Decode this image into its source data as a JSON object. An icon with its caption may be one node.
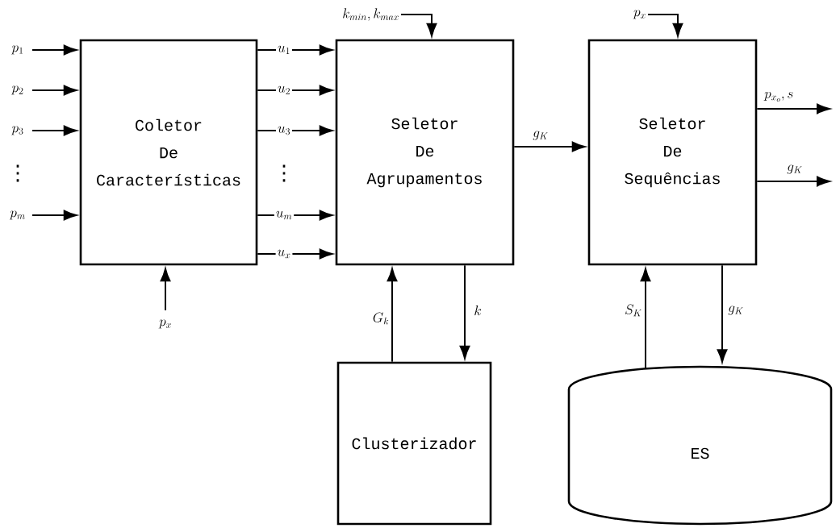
{
  "diagram": {
    "nodes": [
      {
        "text": [
          "Coletor De Características"
        ]
      },
      {
        "text": [
          "Seletor De Agrupamentos"
        ]
      },
      {
        "text": [
          "Seletor De Sequências"
        ]
      },
      {
        "text": [
          "Clusterizador"
        ]
      },
      {
        "text": [
          "ES"
        ]
      }
    ],
    "edges": [
      {
        "from": null,
        "to": 0,
        "arrow": "to",
        "label": "p_{1}"
      },
      {
        "from": null,
        "to": 0,
        "arrow": "to",
        "label": "p_{2}"
      },
      {
        "from": null,
        "to": 0,
        "arrow": "to",
        "label": "p_{3}"
      },
      {
        "from": null,
        "to": 0,
        "arrow": "to",
        "label": "p_{m}"
      },
      {
        "from": 0,
        "to": 1,
        "arrow": "to",
        "label": "u_{1}"
      },
      {
        "from": 0,
        "to": 1,
        "arrow": "to",
        "label": "u_{2}"
      },
      {
        "from": 0,
        "to": 1,
        "arrow": "to",
        "label": "u_{3}"
      },
      {
        "from": 0,
        "to": 1,
        "arrow": "to",
        "label": "u_{m}"
      },
      {
        "from": 0,
        "to": 1,
        "arrow": "to",
        "label": "u_{x}"
      },
      {
        "from": null,
        "to": 0,
        "arrow": "to",
        "label": "p_{x}"
      },
      {
        "from": null,
        "to": 1,
        "arrow": "to",
        "label": "k_{min}, k_{max}"
      },
      {
        "from": 1,
        "to": 2,
        "arrow": "to",
        "label": "g_{K}"
      },
      {
        "from": null,
        "to": 2,
        "arrow": "to",
        "label": "p_{x}"
      },
      {
        "from": 2,
        "to": null,
        "arrow": "to",
        "label": "p_{x_{o}}, s"
      },
      {
        "from": 2,
        "to": null,
        "arrow": "to",
        "label": "g_{K}"
      },
      {
        "from": 3,
        "to": 1,
        "arrow": "to",
        "label": "G_{k}"
      },
      {
        "from": 1,
        "to": 3,
        "arrow": "to",
        "label": "k"
      },
      {
        "from": 4,
        "to": 2,
        "arrow": "to",
        "label": "S_{K}"
      },
      {
        "from": 2,
        "to": 4,
        "arrow": "to",
        "label": "g_{K}"
      }
    ],
    "labels": [
      "⋮",
      "⋮"
    ]
  }
}
